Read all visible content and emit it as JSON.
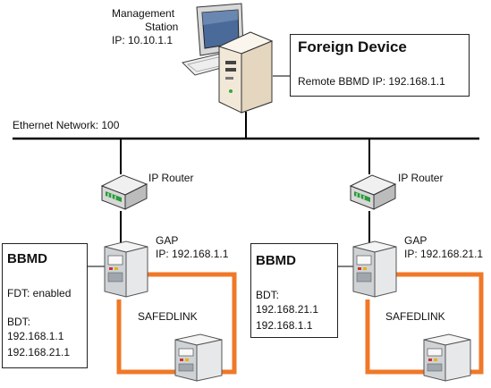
{
  "management_station": {
    "line1": "Management",
    "line2": "Station",
    "ip": "IP: 10.10.1.1"
  },
  "foreign_device": {
    "title": "Foreign Device",
    "remote_bbmd_ip": "Remote BBMD IP: 192.168.1.1"
  },
  "network": {
    "label": "Ethernet Network: 100"
  },
  "left": {
    "router_label": "IP Router",
    "gap_label": "GAP",
    "gap_ip": "IP: 192.168.1.1",
    "link_label": "SAFEDLINK",
    "bbmd": {
      "title": "BBMD",
      "fdt": "FDT: enabled",
      "bdt_label": "BDT:",
      "bdt_entries": [
        "192.168.1.1",
        "192.168.21.1"
      ]
    }
  },
  "right": {
    "router_label": "IP Router",
    "gap_label": "GAP",
    "gap_ip": "IP: 192.168.21.1",
    "link_label": "SAFEDLINK",
    "bbmd": {
      "title": "BBMD",
      "bdt_label": "BDT:",
      "bdt_entries": [
        "192.168.21.1",
        "192.168.1.1"
      ]
    }
  },
  "colors": {
    "safedlink": "#f07828",
    "network_line": "#000000"
  }
}
